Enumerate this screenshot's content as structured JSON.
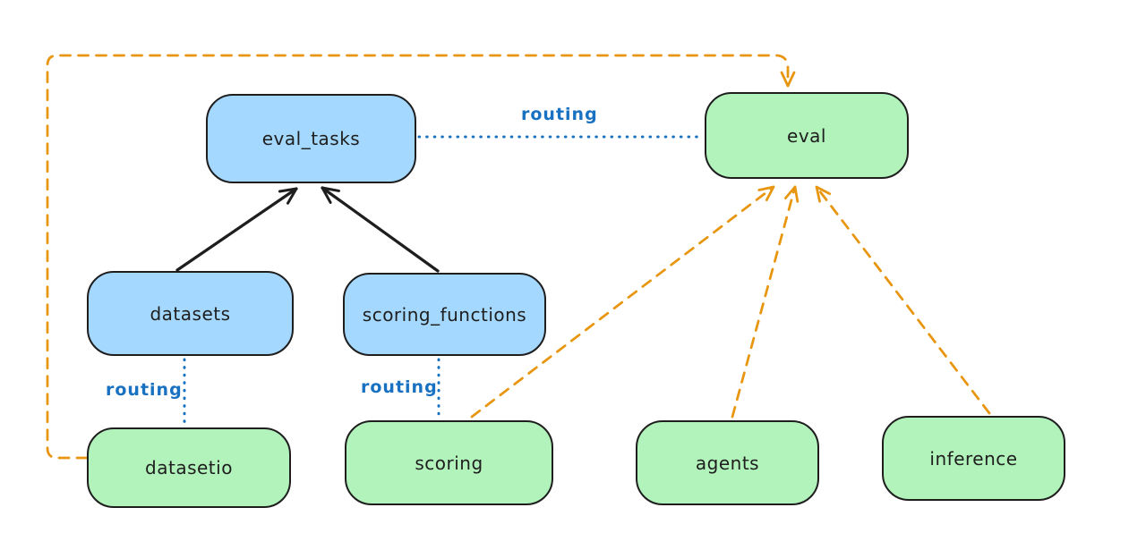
{
  "diagram": {
    "nodes": [
      {
        "id": "eval_tasks",
        "label": "eval_tasks",
        "kind": "resource",
        "fill": "#a5d8ff"
      },
      {
        "id": "eval",
        "label": "eval",
        "kind": "api",
        "fill": "#b2f2bb"
      },
      {
        "id": "datasets",
        "label": "datasets",
        "kind": "resource",
        "fill": "#a5d8ff"
      },
      {
        "id": "scoring_functions",
        "label": "scoring_functions",
        "kind": "resource",
        "fill": "#a5d8ff"
      },
      {
        "id": "datasetio",
        "label": "datasetio",
        "kind": "api",
        "fill": "#b2f2bb"
      },
      {
        "id": "scoring",
        "label": "scoring",
        "kind": "api",
        "fill": "#b2f2bb"
      },
      {
        "id": "agents",
        "label": "agents",
        "kind": "api",
        "fill": "#b2f2bb"
      },
      {
        "id": "inference",
        "label": "inference",
        "kind": "api",
        "fill": "#b2f2bb"
      }
    ],
    "edges": [
      {
        "from": "datasets",
        "to": "eval_tasks",
        "style": "solid-arrow",
        "color": "#1e1e1e"
      },
      {
        "from": "scoring_functions",
        "to": "eval_tasks",
        "style": "solid-arrow",
        "color": "#1e1e1e"
      },
      {
        "from": "eval_tasks",
        "to": "eval",
        "style": "dotted-line",
        "label": "routing",
        "color": "#1971c2"
      },
      {
        "from": "datasets",
        "to": "datasetio",
        "style": "dotted-line",
        "label": "routing",
        "color": "#1971c2"
      },
      {
        "from": "scoring_functions",
        "to": "scoring",
        "style": "dotted-line",
        "label": "routing",
        "color": "#1971c2"
      },
      {
        "from": "datasetio",
        "to": "eval",
        "style": "dashed-arrow",
        "color": "#e8960f"
      },
      {
        "from": "scoring",
        "to": "eval",
        "style": "dashed-arrow",
        "color": "#e8960f"
      },
      {
        "from": "agents",
        "to": "eval",
        "style": "dashed-arrow",
        "color": "#e8960f"
      },
      {
        "from": "inference",
        "to": "eval",
        "style": "dashed-arrow",
        "color": "#e8960f"
      }
    ],
    "colors": {
      "blue_fill": "#a5d8ff",
      "green_fill": "#b2f2bb",
      "stroke": "#1e1e1e",
      "routing_blue": "#1971c2",
      "orange": "#e8960f",
      "background": "#ffffff"
    }
  }
}
